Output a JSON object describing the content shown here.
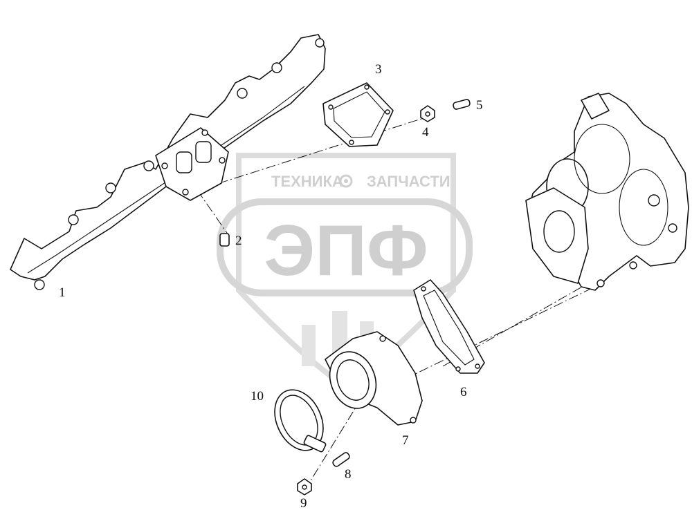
{
  "watermark": {
    "top_text_left": "ТЕХНИКА",
    "top_text_right": "ЗАПЧАСТИ",
    "main_text": "ЭПФ",
    "color": "#cccccc"
  },
  "callouts": [
    {
      "id": "1",
      "label": "1"
    },
    {
      "id": "2",
      "label": "2"
    },
    {
      "id": "3",
      "label": "3"
    },
    {
      "id": "4",
      "label": "4"
    },
    {
      "id": "5",
      "label": "5"
    },
    {
      "id": "6",
      "label": "6"
    },
    {
      "id": "7",
      "label": "7"
    },
    {
      "id": "8",
      "label": "8"
    },
    {
      "id": "9",
      "label": "9"
    },
    {
      "id": "10",
      "label": "10"
    }
  ],
  "colors": {
    "line": "#111111",
    "background": "#ffffff"
  }
}
